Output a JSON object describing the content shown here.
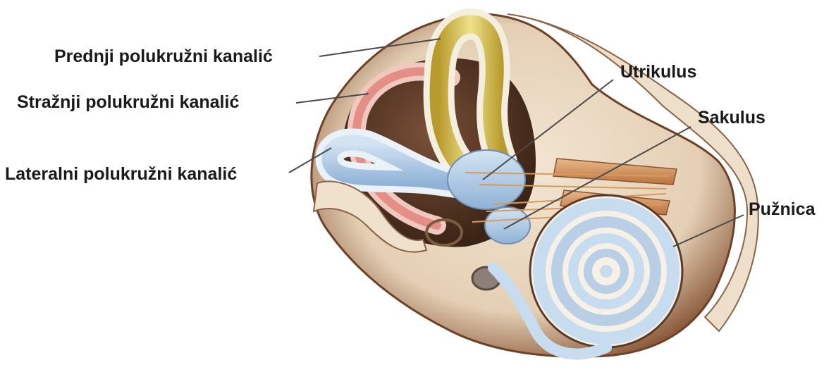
{
  "diagram": {
    "labels": {
      "anterior_canal": "Prednji polukružni kanalić",
      "posterior_canal": "Stražnji polukružni kanalić",
      "lateral_canal": "Lateralni polukružni kanalić",
      "utricle": "Utrikulus",
      "saccule": "Sakulus",
      "cochlea": "Pužnica"
    },
    "colors": {
      "bone": "#eadbc8",
      "bone_shadow": "#7a4a2c",
      "anterior_canal": "#d9c25a",
      "posterior_canal": "#e79a92",
      "lateral_canal": "#aecbe6",
      "cochlea": "#c8dcef",
      "nerve": "#d79a63"
    }
  }
}
